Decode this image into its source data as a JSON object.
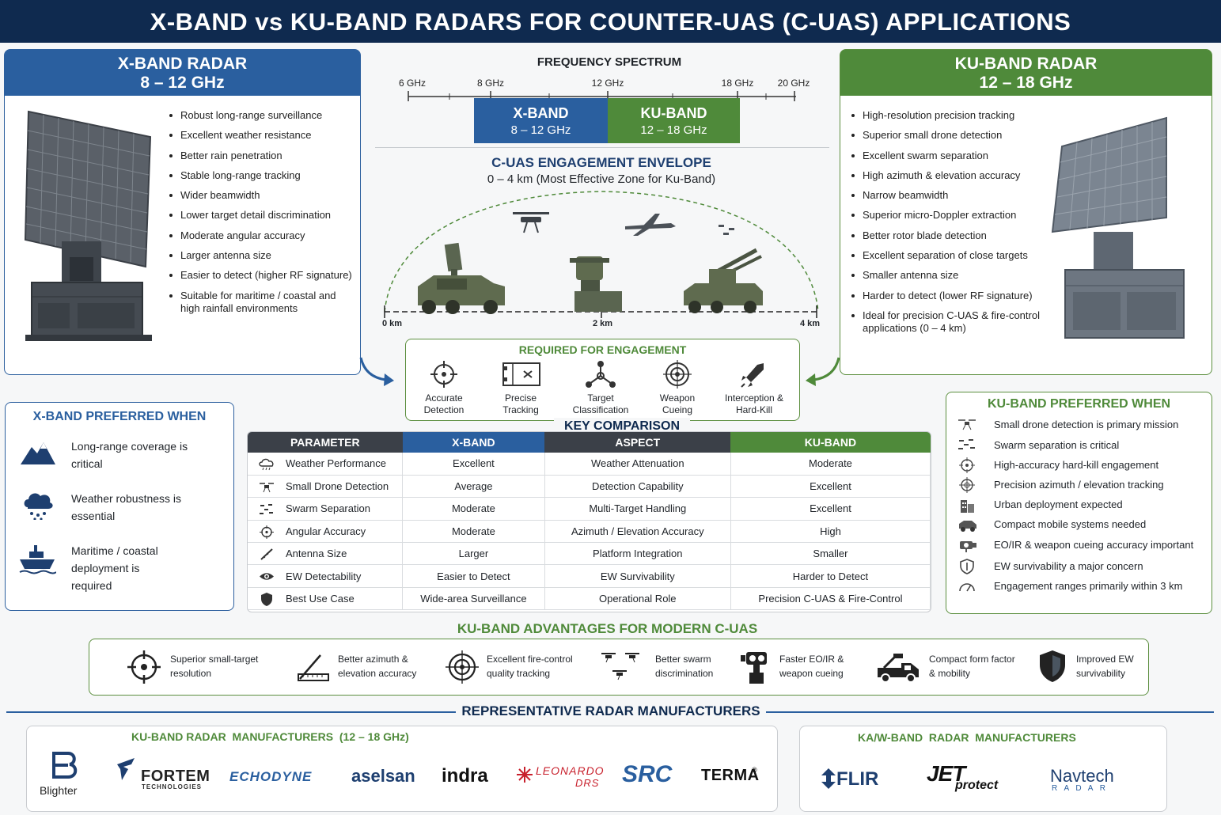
{
  "banner": {
    "title": "X-BAND vs KU-BAND RADARS FOR COUNTER-UAS (C-UAS) APPLICATIONS"
  },
  "colors": {
    "navy": "#0f2a4f",
    "xband_blue": "#2a5f9f",
    "kuband_green": "#4f8a3a",
    "dark_header": "#3b4048"
  },
  "xband_card": {
    "title": "X-BAND RADAR",
    "freq": "8 – 12 GHz",
    "bullets": [
      "Robust long-range surveillance",
      "Excellent weather resistance",
      "Better rain penetration",
      "Stable long-range tracking",
      "Wider beamwidth",
      "Lower target detail discrimination",
      "Moderate angular accuracy",
      "Larger antenna size",
      "Easier to detect (higher RF signature)",
      "Suitable for maritime / coastal and high rainfall environments"
    ]
  },
  "kuband_card": {
    "title": "KU-BAND RADAR",
    "freq": "12 – 18 GHz",
    "bullets": [
      "High-resolution precision tracking",
      "Superior small drone detection",
      "Excellent swarm separation",
      "High azimuth & elevation accuracy",
      "Narrow beamwidth",
      "Superior micro-Doppler extraction",
      "Better rotor blade detection",
      "Excellent separation of close targets",
      "Smaller antenna size",
      "Harder to detect (lower RF signature)",
      "Ideal for precision C-UAS & fire-control applications (0 – 4 km)"
    ]
  },
  "spectrum": {
    "title": "FREQUENCY SPECTRUM",
    "ticks": [
      "6 GHz",
      "8 GHz",
      "12 GHz",
      "18 GHz",
      "20 GHz"
    ],
    "xband_label": "X-BAND",
    "xband_range": "8 – 12 GHz",
    "kuband_label": "KU-BAND",
    "kuband_range": "12 – 18 GHz"
  },
  "envelope": {
    "title": "C-UAS ENGAGEMENT ENVELOPE",
    "subtitle": "0 – 4 km (Most Effective Zone for Ku-Band)",
    "distances": [
      "0 km",
      "2 km",
      "4 km"
    ]
  },
  "engagement": {
    "title": "REQUIRED FOR ENGAGEMENT",
    "items": [
      {
        "label": "Accurate Detection",
        "icon": "crosshair-icon"
      },
      {
        "label": "Precise Tracking",
        "icon": "tracking-frame-icon"
      },
      {
        "label": "Target Classification",
        "icon": "network-icon"
      },
      {
        "label": "Weapon Cueing",
        "icon": "target-icon"
      },
      {
        "label": "Interception & Hard-Kill",
        "icon": "missile-icon"
      }
    ]
  },
  "xband_pref": {
    "title": "X-BAND PREFERRED WHEN",
    "items": [
      {
        "text": "Long-range coverage is critical",
        "icon": "mountain-icon"
      },
      {
        "text": "Weather robustness is essential",
        "icon": "rain-cloud-icon"
      },
      {
        "text": "Maritime / coastal deployment is required",
        "icon": "ship-icon"
      }
    ]
  },
  "comparison": {
    "title": "KEY COMPARISON",
    "headers": [
      "PARAMETER",
      "X-BAND",
      "ASPECT",
      "KU-BAND"
    ],
    "rows": [
      {
        "param": "Weather Performance",
        "x": "Excellent",
        "aspect": "Weather Attenuation",
        "ku": "Moderate",
        "icon": "cloud-icon"
      },
      {
        "param": "Small Drone Detection",
        "x": "Average",
        "aspect": "Detection Capability",
        "ku": "Excellent",
        "icon": "drone-icon"
      },
      {
        "param": "Swarm Separation",
        "x": "Moderate",
        "aspect": "Multi-Target Handling",
        "ku": "Excellent",
        "icon": "swarm-icon"
      },
      {
        "param": "Angular Accuracy",
        "x": "Moderate",
        "aspect": "Azimuth / Elevation Accuracy",
        "ku": "High",
        "icon": "crosshair-icon"
      },
      {
        "param": "Antenna Size",
        "x": "Larger",
        "aspect": "Platform Integration",
        "ku": "Smaller",
        "icon": "ruler-icon"
      },
      {
        "param": "EW Detectability",
        "x": "Easier to Detect",
        "aspect": "EW Survivability",
        "ku": "Harder to Detect",
        "icon": "eye-icon"
      },
      {
        "param": "Best Use Case",
        "x": "Wide-area Surveillance",
        "aspect": "Operational Role",
        "ku": "Precision C-UAS & Fire-Control",
        "icon": "shield-icon"
      }
    ]
  },
  "kuband_pref": {
    "title": "KU-BAND PREFERRED WHEN",
    "items": [
      {
        "text": "Small drone detection is primary mission",
        "icon": "drone-icon"
      },
      {
        "text": "Swarm separation is critical",
        "icon": "swarm-icon"
      },
      {
        "text": "High-accuracy hard-kill engagement",
        "icon": "crosshair-icon"
      },
      {
        "text": "Precision azimuth / elevation tracking",
        "icon": "crosshair-icon"
      },
      {
        "text": "Urban deployment expected",
        "icon": "building-icon"
      },
      {
        "text": "Compact mobile systems needed",
        "icon": "vehicle-icon"
      },
      {
        "text": "EO/IR & weapon cueing accuracy important",
        "icon": "camera-icon"
      },
      {
        "text": "EW survivability a major concern",
        "icon": "shield-icon"
      },
      {
        "text": "Engagement ranges primarily within 3 km",
        "icon": "gauge-icon"
      }
    ]
  },
  "advantages": {
    "title": "KU-BAND ADVANTAGES FOR MODERN C-UAS",
    "items": [
      {
        "line1": "Superior small-target",
        "line2": "resolution",
        "icon": "crosshair-icon"
      },
      {
        "line1": "Better azimuth &",
        "line2": "elevation accuracy",
        "icon": "angle-ruler-icon"
      },
      {
        "line1": "Excellent fire-control",
        "line2": "quality tracking",
        "icon": "target-icon"
      },
      {
        "line1": "Better swarm",
        "line2": "discrimination",
        "icon": "drone-swarm-icon"
      },
      {
        "line1": "Faster EO/IR &",
        "line2": "weapon cueing",
        "icon": "eo-ir-icon"
      },
      {
        "line1": "Compact form factor",
        "line2": "& mobility",
        "icon": "truck-icon"
      },
      {
        "line1": "Improved EW",
        "line2": "survivability",
        "icon": "shield-icon"
      }
    ]
  },
  "manufacturers": {
    "title": "REPRESENTATIVE RADAR MANUFACTURERS",
    "ku_title": "KU-BAND RADAR  MANUFACTURERS  (12 – 18 GHz)",
    "ka_title": "KA/W-BAND  RADAR  MANUFACTURERS",
    "ku_logos": [
      "Blighter",
      "FORTEM",
      "TECHNOLOGIES",
      "ECHODYNE",
      "aselsan",
      "indra",
      "LEONARDO",
      "DRS",
      "SRC",
      "TERMA"
    ],
    "ka_logos": [
      "FLIR",
      "JET",
      "protect",
      "Navtech",
      "R A D A R"
    ]
  }
}
